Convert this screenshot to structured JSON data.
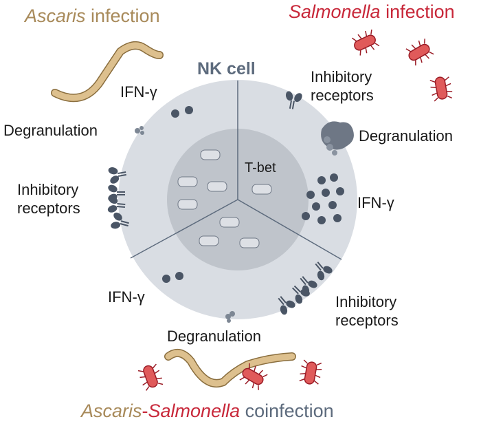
{
  "titles": {
    "top_left": {
      "organism": "Ascaris",
      "suffix": " infection"
    },
    "top_right": {
      "organism": "Salmonella",
      "suffix": " infection"
    },
    "bottom": {
      "organism1": "Ascaris",
      "dash": "-",
      "organism2": "Salmonella",
      "suffix": " coinfection"
    }
  },
  "cell": {
    "label": "NK cell",
    "nucleus_label": "T-bet"
  },
  "left_sector": {
    "ifng": "IFN-γ",
    "degranulation": "Degranulation",
    "inhibitory_line1": "Inhibitory",
    "inhibitory_line2": "receptors"
  },
  "right_sector": {
    "inhibitory_line1": "Inhibitory",
    "inhibitory_line2": "receptors",
    "degranulation": "Degranulation",
    "ifng": "IFN-γ"
  },
  "bottom_sector": {
    "ifng": "IFN-γ",
    "inhibitory_line1": "Inhibitory",
    "inhibitory_line2": "receptors",
    "degranulation": "Degranulation"
  },
  "colors": {
    "ascaris": "#a88a5a",
    "salmonella": "#c8283a",
    "coinfection": "#5d6b7d",
    "cell_fill": "#d9dde3",
    "nucleus_fill": "#bfc4cb",
    "marker": "#4a5565"
  }
}
